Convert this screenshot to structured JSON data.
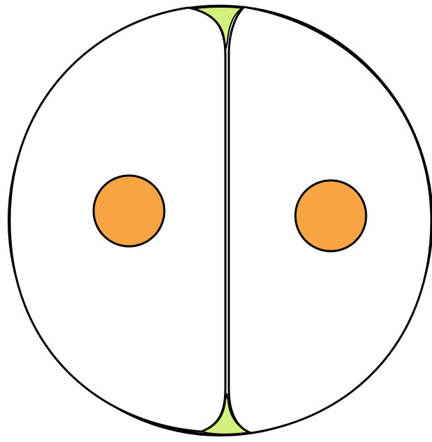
{
  "diagram": {
    "parts": [
      {
        "id": "outer-wall",
        "shape": "circle"
      },
      {
        "id": "left-cell",
        "shape": "half-circle"
      },
      {
        "id": "right-cell",
        "shape": "half-circle"
      },
      {
        "id": "top-gap",
        "shape": "concave-triangle"
      },
      {
        "id": "bottom-gap",
        "shape": "concave-triangle"
      },
      {
        "id": "left-nucleus",
        "shape": "circle"
      },
      {
        "id": "right-nucleus",
        "shape": "circle"
      }
    ],
    "colors": {
      "background": "#ffffff",
      "outline": "#000000",
      "cell_fill": "#ffffff",
      "gap_fill": "#d4f07c",
      "nucleus_fill": "#f9a442"
    }
  }
}
